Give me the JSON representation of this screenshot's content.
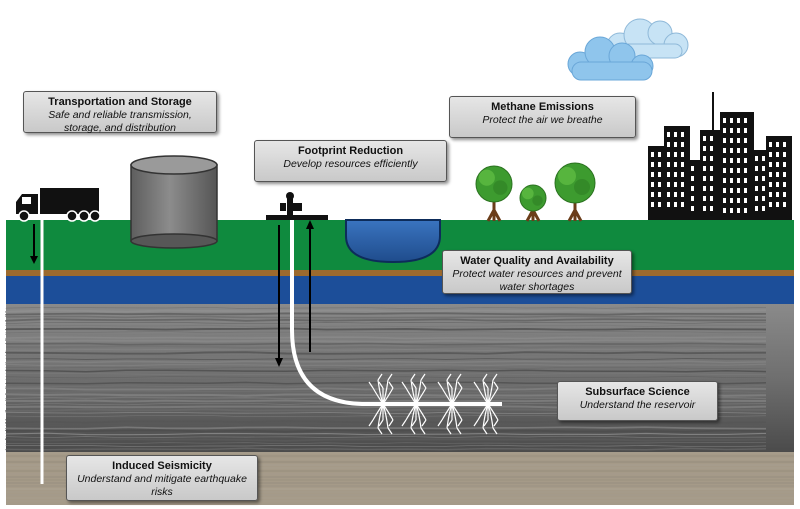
{
  "callouts": {
    "transportation": {
      "title": "Transportation and Storage",
      "description": "Safe and reliable transmission, storage, and distribution"
    },
    "footprint": {
      "title": "Footprint Reduction",
      "description": "Develop resources efficiently"
    },
    "methane": {
      "title": "Methane Emissions",
      "description": "Protect the air we breathe"
    },
    "water": {
      "title": "Water Quality and Availability",
      "description": "Protect water resources and prevent water shortages"
    },
    "subsurface": {
      "title": "Subsurface Science",
      "description": "Understand the reservoir"
    },
    "seismicity": {
      "title": "Induced Seismicity",
      "description": "Understand and mitigate earthquake risks"
    }
  },
  "colors": {
    "ground_green": "#0f8a3e",
    "aquifer_blue": "#1c4e99",
    "soil_brown": "#9c6a2e",
    "rock_gray": "#7a7a7a",
    "bedrock_tan": "#a59a88",
    "pond_blue": "#2a5ea8",
    "cloud_blue": "#8fc5ec",
    "building_black": "#111111"
  },
  "icons": [
    "truck-icon",
    "storage-tank-icon",
    "drilling-rig-icon",
    "tree-icon",
    "cloud-icon",
    "city-skyline-icon",
    "fracture-icon"
  ]
}
